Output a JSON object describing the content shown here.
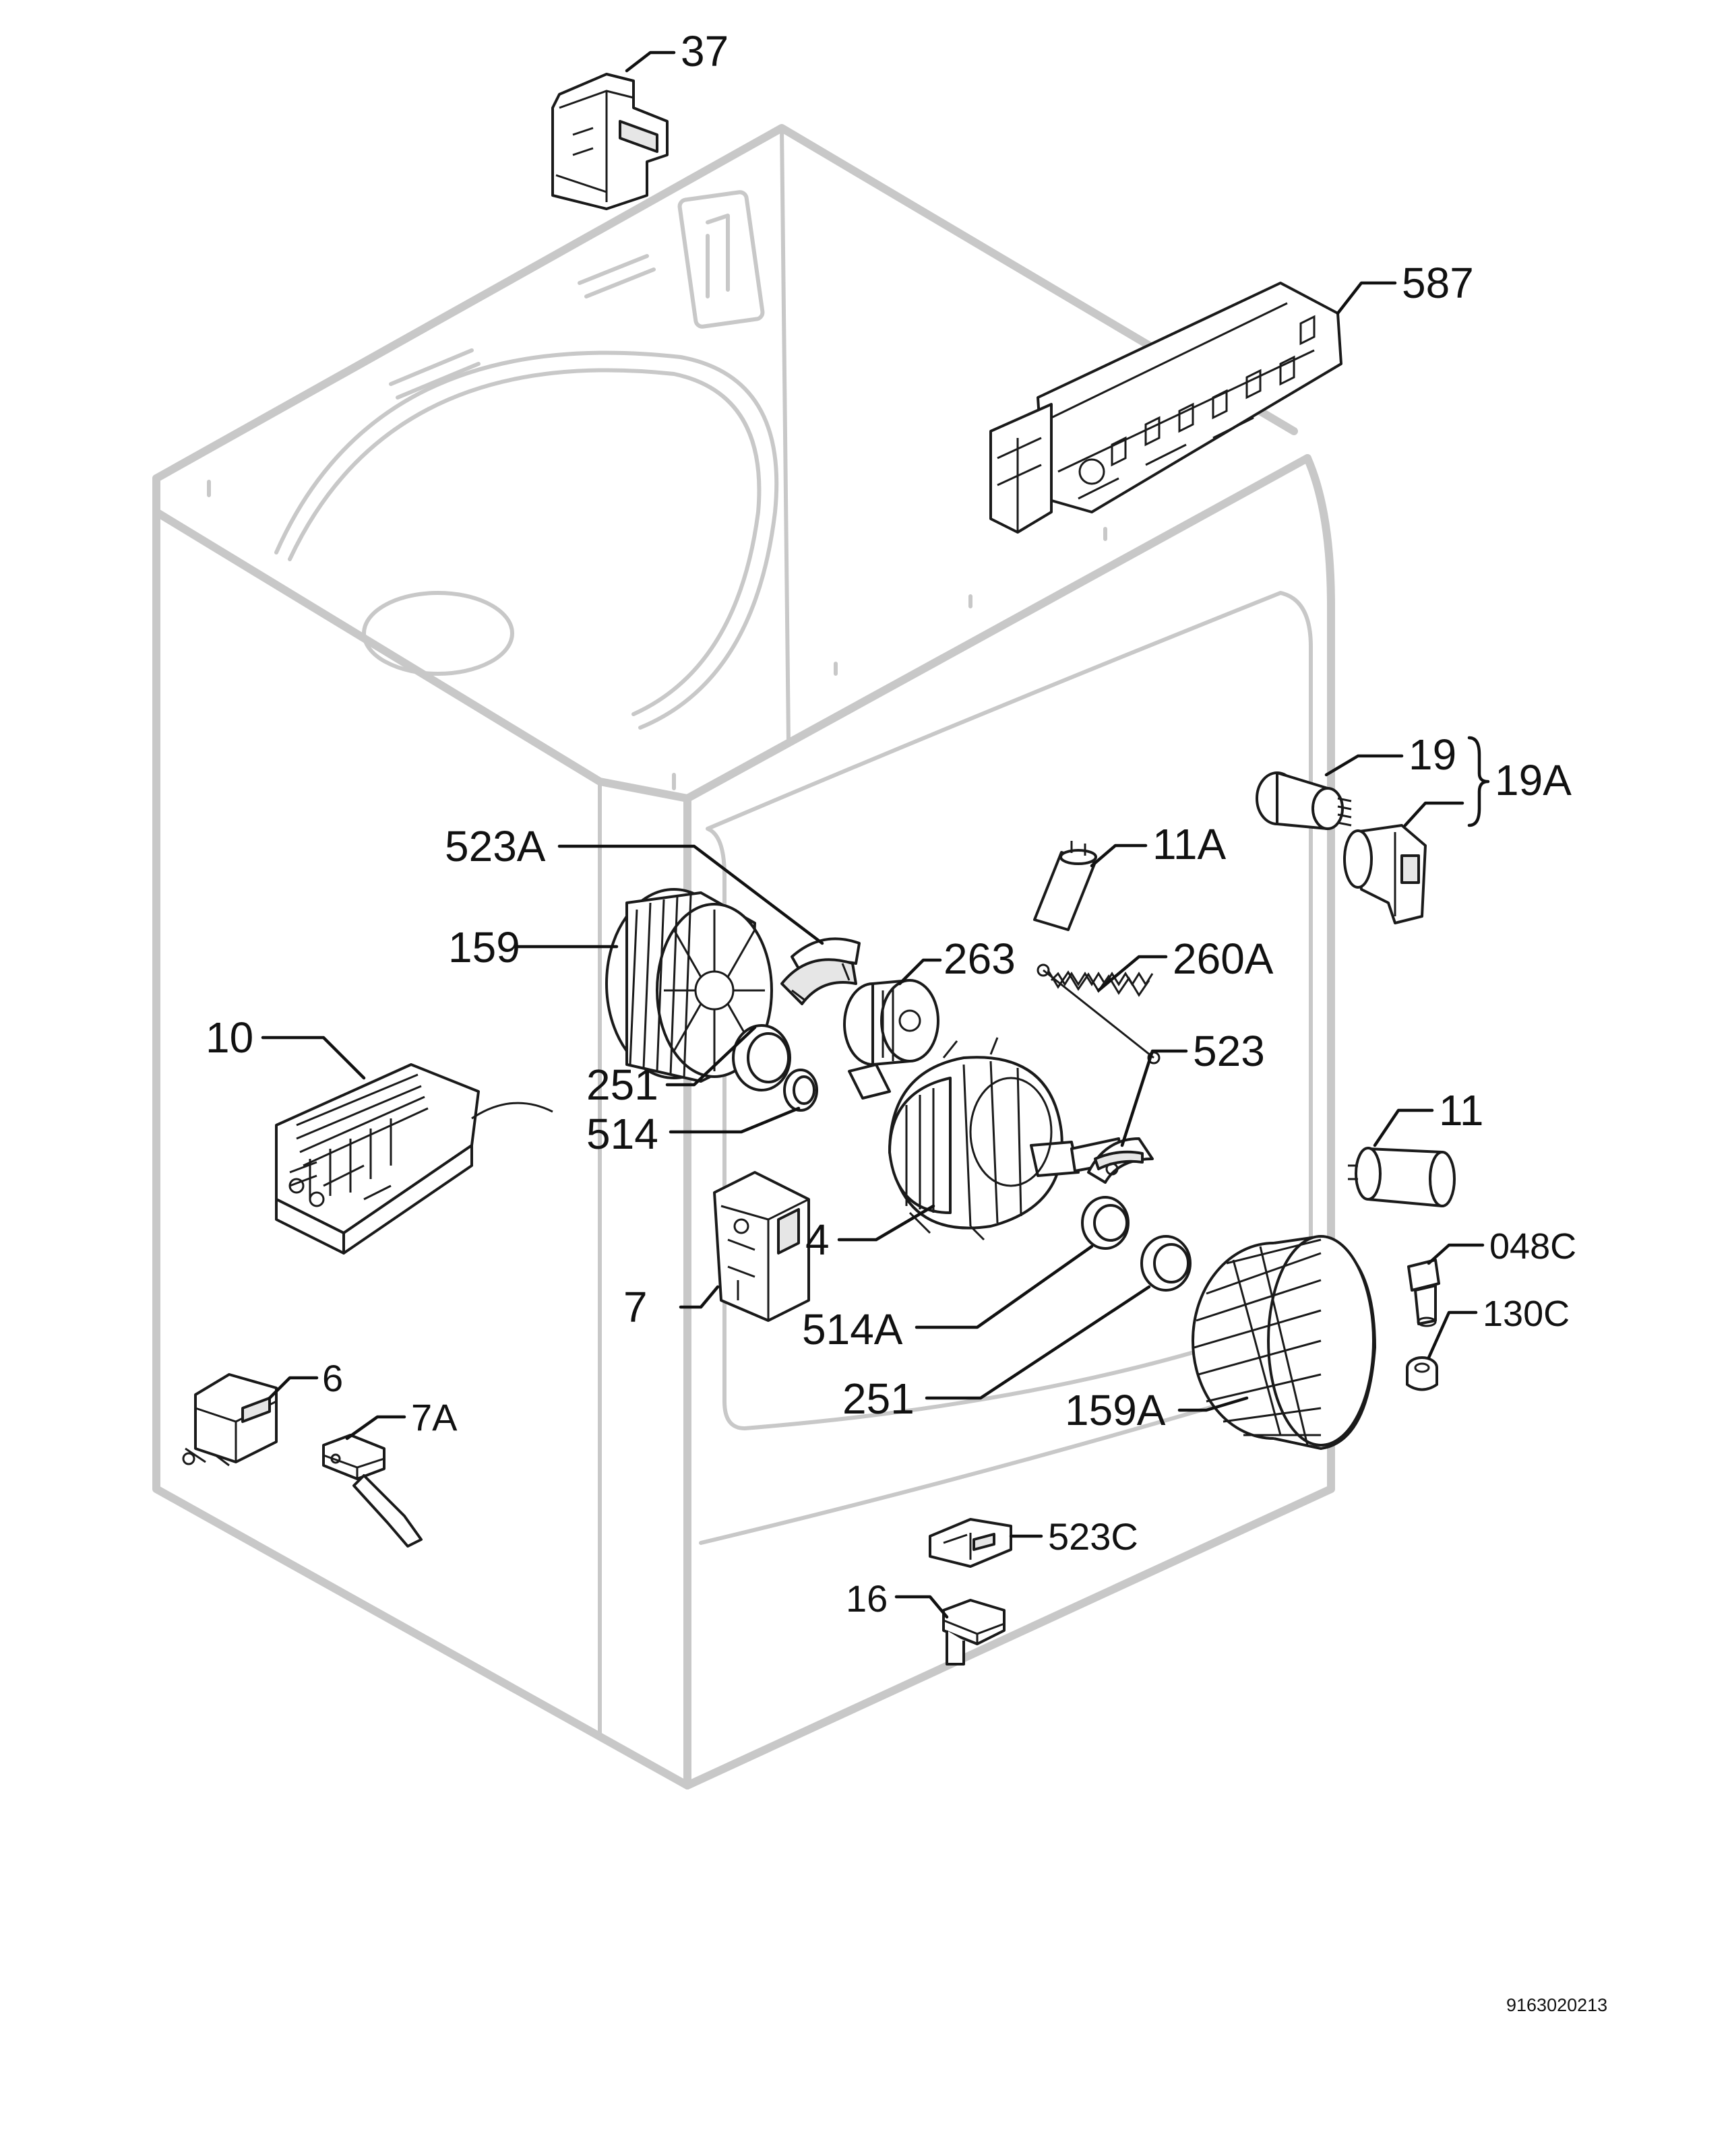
{
  "labels": {
    "l37": "37",
    "l587": "587",
    "l19": "19",
    "l19A": "19A",
    "l11A": "11A",
    "l523A": "523A",
    "l159": "159",
    "l263": "263",
    "l260A": "260A",
    "l10": "10",
    "l251a": "251",
    "l514": "514",
    "l523": "523",
    "l11": "11",
    "l4": "4",
    "l048C": "048C",
    "l7": "7",
    "l514A": "514A",
    "l130C": "130C",
    "l251b": "251",
    "l159A": "159A",
    "l6": "6",
    "l7A": "7A",
    "l523C": "523C",
    "l16": "16"
  },
  "drawing_number": "9163020213",
  "colors": {
    "outline": "#1a1a1a",
    "cabinet": "#c8c8c8",
    "background": "#ffffff"
  }
}
